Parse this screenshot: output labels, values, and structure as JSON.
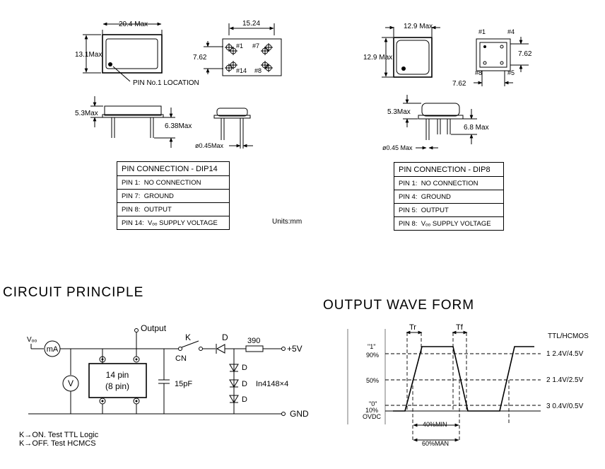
{
  "dip14": {
    "top_width": "20.4 Max",
    "top_height": "13.1Max",
    "pin1_location": "PIN No.1 LOCATION",
    "pin_span": "15.24",
    "pin_row": "7.62",
    "pin_labels": [
      "#1",
      "#7",
      "#14",
      "#8"
    ],
    "side_height": "5.3Max",
    "lead_length": "6.38Max",
    "lead_dia": "ø0.45Max"
  },
  "dip8": {
    "top_width": "12.9 Max",
    "top_height": "12.9 Max",
    "pin_labels": [
      "#1",
      "#4",
      "#8",
      "#5"
    ],
    "pin_row": "7.62",
    "pin_span": "7.62",
    "side_height": "5.3Max",
    "lead_length": "6.8 Max",
    "lead_dia": "ø0.45 Max"
  },
  "table14": {
    "title": "PIN CONNECTION - DIP14",
    "rows": [
      {
        "pin": "PIN  1:",
        "desc": "NO CONNECTION"
      },
      {
        "pin": "PIN  7:",
        "desc": "GROUND"
      },
      {
        "pin": "PIN  8:",
        "desc": "OUTPUT"
      },
      {
        "pin": "PIN  14:",
        "desc": "Vₒₒ SUPPLY VOLTAGE"
      }
    ]
  },
  "table8": {
    "title": "PIN CONNECTION - DIP8",
    "rows": [
      {
        "pin": "PIN  1:",
        "desc": "NO CONNECTION"
      },
      {
        "pin": "PIN  4:",
        "desc": "GROUND"
      },
      {
        "pin": "PIN  5:",
        "desc": "OUTPUT"
      },
      {
        "pin": "PIN  8:",
        "desc": "Vₒₒ SUPPLY VOLTAGE"
      }
    ]
  },
  "units": "Units:mm",
  "circuit": {
    "heading": "CIRCUIT PRINCIPLE",
    "vdd": "Vₒₒ",
    "ammeter": "mA",
    "voltmeter": "V",
    "chip_line1": "14 pin",
    "chip_line2": "(8 pin)",
    "output": "Output",
    "switch": "K",
    "switch_on": "CN",
    "diode_top": "D",
    "resistor": "390",
    "plus5v": "+5V",
    "cap": "15pF",
    "diode_stack": [
      "D",
      "D",
      "D"
    ],
    "diode_part": "In4148×4",
    "gnd": "GND",
    "note1": "K→ON. Test TTL Logic",
    "note2": "K→OFF. Test HCMCS"
  },
  "wave": {
    "heading": "OUTPUT WAVE FORM",
    "tr": "Tr",
    "tf": "Tf",
    "family": "TTL/HCMOS",
    "left_labels": [
      "\"1\"",
      "90%",
      "50%",
      "\"0\"",
      "10%",
      "OVDC"
    ],
    "right_labels": [
      "1  2.4V/4.5V",
      "2  1.4V/2.5V",
      "3  0.4V/0.5V"
    ],
    "min_label": "40%MIN",
    "max_label": "60%MAN"
  }
}
